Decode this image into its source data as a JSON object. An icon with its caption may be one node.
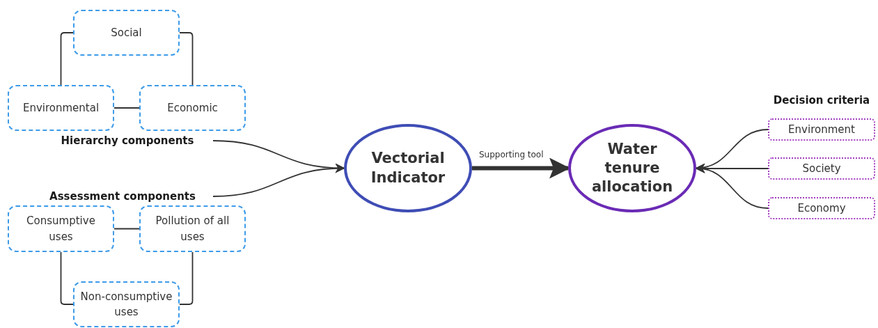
{
  "diagram": {
    "nodes": [
      {
        "text": [
          "Social"
        ]
      },
      {
        "text": [
          "Environmental"
        ]
      },
      {
        "text": [
          "Economic"
        ]
      },
      {
        "text": [
          "Hierarchy components"
        ]
      },
      {
        "text": [
          "Assessment components"
        ]
      },
      {
        "text": [
          "Consumptive uses"
        ]
      },
      {
        "text": [
          "Pollution of all uses"
        ]
      },
      {
        "text": [
          "Non-consumptive uses"
        ]
      },
      {
        "text": [
          "Vectorial Indicator"
        ]
      },
      {
        "text": [
          "Water tenure allocation"
        ]
      },
      {
        "text": [
          "Environment"
        ]
      },
      {
        "text": [
          "Society"
        ]
      },
      {
        "text": [
          "Economy"
        ]
      }
    ],
    "edges": [
      {
        "from": 1,
        "to": 0,
        "arrow": "none"
      },
      {
        "from": 0,
        "to": 2,
        "arrow": "none"
      },
      {
        "from": 1,
        "to": 2,
        "arrow": "none"
      },
      {
        "from": 3,
        "to": 8,
        "arrow": "to"
      },
      {
        "from": 4,
        "to": 8,
        "arrow": "to"
      },
      {
        "from": 5,
        "to": 6,
        "arrow": "none"
      },
      {
        "from": 5,
        "to": 7,
        "arrow": "none"
      },
      {
        "from": 6,
        "to": 7,
        "arrow": "none"
      },
      {
        "from": 8,
        "to": 9,
        "arrow": "to",
        "label": "Supporting tool",
        "style": "thick"
      },
      {
        "from": 10,
        "to": 9,
        "arrow": "to"
      },
      {
        "from": 11,
        "to": 9,
        "arrow": "to"
      },
      {
        "from": 12,
        "to": 9,
        "arrow": "to"
      }
    ],
    "labels": [
      "Decision criteria"
    ]
  }
}
